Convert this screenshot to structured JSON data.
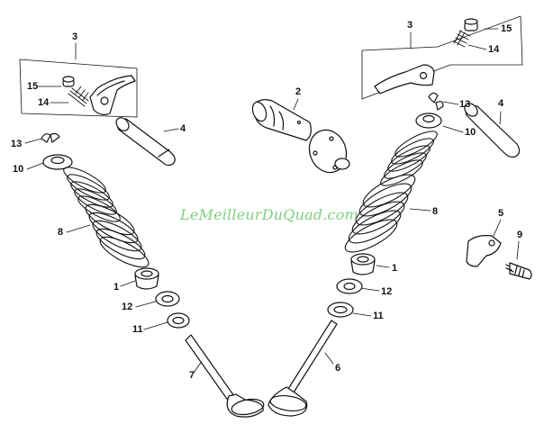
{
  "watermark": "LeMeilleurDuQuad.com",
  "labels": {
    "l3": "3",
    "l15": "15",
    "l14": "14",
    "l4": "4",
    "l13": "13",
    "l10": "10",
    "l8": "8",
    "l1": "1",
    "l12": "12",
    "l11": "11",
    "l7": "7",
    "l2": "2",
    "r3": "3",
    "r15": "15",
    "r14": "14",
    "r4": "4",
    "r13": "13",
    "r10": "10",
    "r8": "8",
    "r1": "1",
    "r12": "12",
    "r11": "11",
    "r6": "6",
    "r5": "5",
    "r9": "9"
  }
}
